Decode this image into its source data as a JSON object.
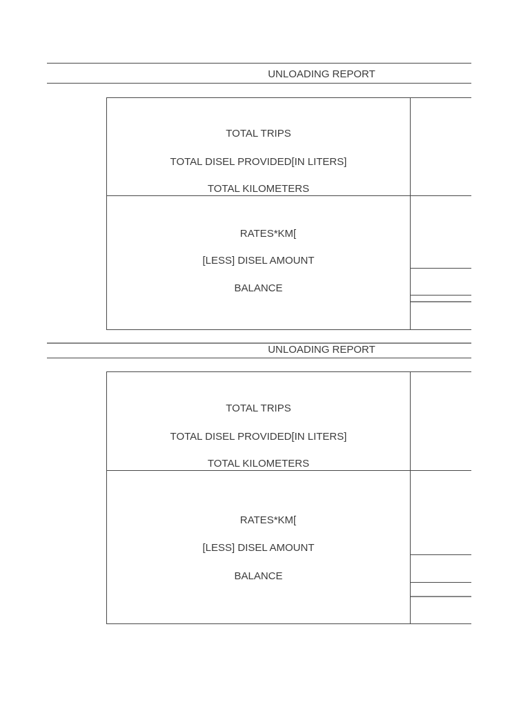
{
  "document": {
    "kind": "unloading-report-sheet",
    "colors": {
      "background": "#ffffff",
      "text": "#3b3b3b",
      "grid_line": "#474747",
      "thick_line": "#878787"
    },
    "sections": [
      {
        "title": "UNLOADING REPORT",
        "labels": {
          "total_trips": "TOTAL TRIPS",
          "total_diesel_provided": "TOTAL DISEL PROVIDED[IN LITERS]",
          "total_kilometers": "TOTAL KILOMETERS",
          "rates_km": "RATES*KM[",
          "less_diesel_amount": "[LESS] DISEL AMOUNT",
          "balance": "BALANCE"
        }
      },
      {
        "title": "UNLOADING REPORT",
        "labels": {
          "total_trips": "TOTAL TRIPS",
          "total_diesel_provided": "TOTAL DISEL PROVIDED[IN LITERS]",
          "total_kilometers": "TOTAL KILOMETERS",
          "rates_km": "RATES*KM[",
          "less_diesel_amount": "[LESS] DISEL AMOUNT",
          "balance": "BALANCE"
        }
      }
    ]
  }
}
